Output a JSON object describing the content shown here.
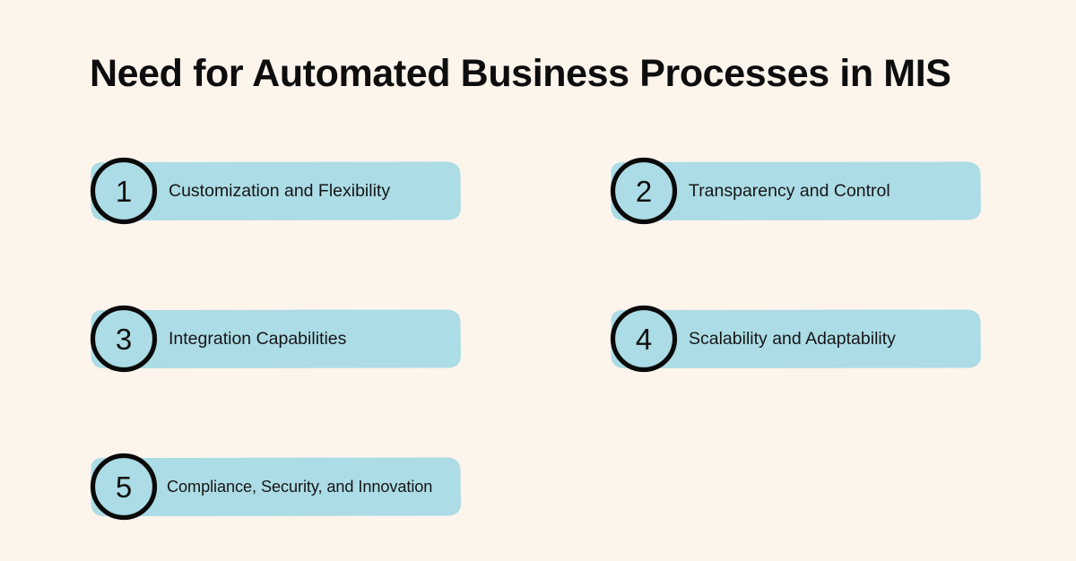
{
  "page": {
    "title": "Need for Automated Business Processes in MIS",
    "background_color": "#FDF4EC",
    "accent_color": "#ACDCE6",
    "outline_color": "#0A0A0A",
    "text_color": "#161616"
  },
  "items": [
    {
      "number": "1",
      "label": "Customization and Flexibility",
      "column": "left",
      "row": 1,
      "icon": "numbered-circle-icon"
    },
    {
      "number": "2",
      "label": "Transparency and Control",
      "column": "right",
      "row": 1,
      "icon": "numbered-circle-icon"
    },
    {
      "number": "3",
      "label": "Integration Capabilities",
      "column": "left",
      "row": 2,
      "icon": "numbered-circle-icon"
    },
    {
      "number": "4",
      "label": "Scalability and Adaptability",
      "column": "right",
      "row": 2,
      "icon": "numbered-circle-icon"
    },
    {
      "number": "5",
      "label": "Compliance, Security, and Innovation",
      "column": "left",
      "row": 3,
      "icon": "numbered-circle-icon"
    }
  ]
}
